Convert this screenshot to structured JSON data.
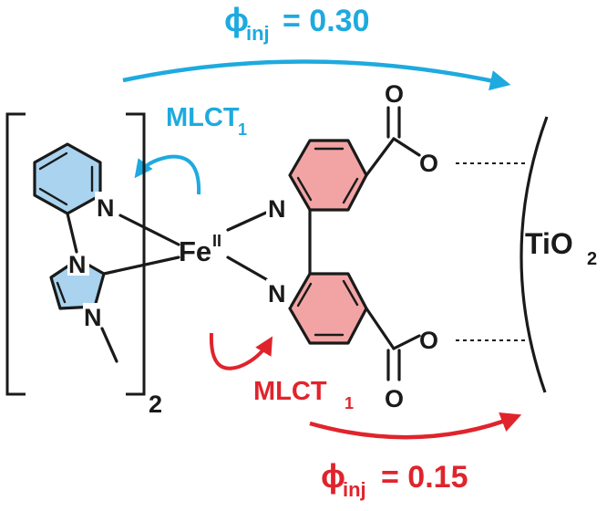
{
  "colors": {
    "blue_accent": "#1eaadf",
    "red_accent": "#e0242c",
    "blue_fill": "#a9d3ef",
    "red_fill": "#f2a4a4",
    "ink": "#1a1a1a"
  },
  "labels": {
    "phi_symbol": "ϕ",
    "phi_subscript": "inj",
    "phi_top_value": "= 0.30",
    "phi_bottom_value": "= 0.15",
    "mlct_main": "MLCT",
    "mlct_subscript": "1",
    "iron_symbol": "Fe",
    "iron_oxidation": "II",
    "bracket_subscript": "2",
    "tio2_main": "TiO",
    "tio2_subscript": "2"
  },
  "atoms": {
    "nitrogen": "N",
    "oxygen": "O"
  }
}
